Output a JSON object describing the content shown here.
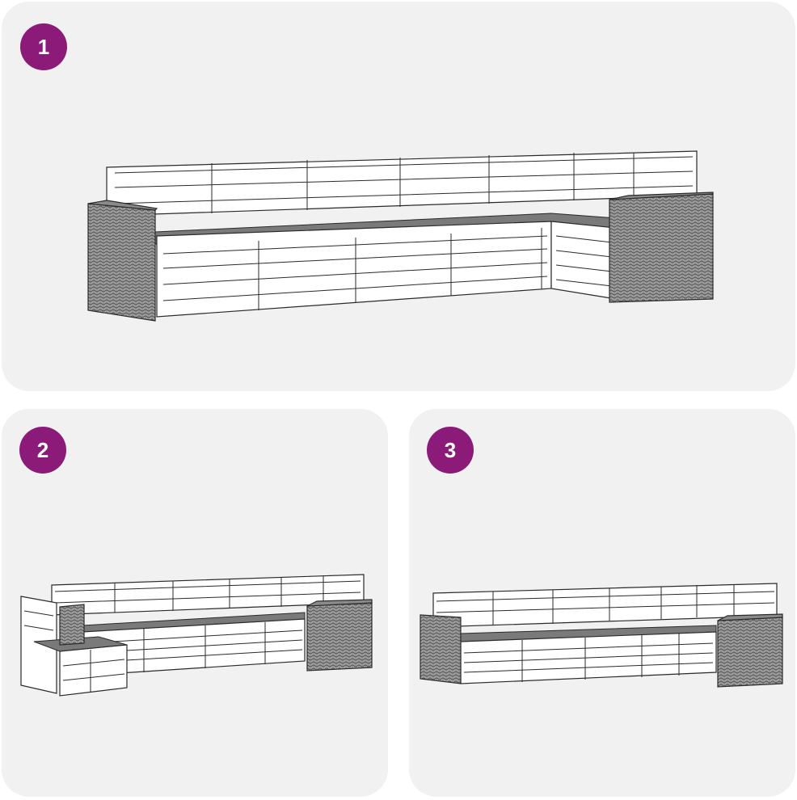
{
  "panels": [
    {
      "badge": "1",
      "view": "front-corner-right"
    },
    {
      "badge": "2",
      "view": "corner-with-single-chair"
    },
    {
      "badge": "3",
      "view": "front-corner-right-compact"
    }
  ],
  "colors": {
    "panel_bg": "#f1f1f1",
    "badge_bg": "#8c1a78",
    "badge_text": "#ffffff",
    "line": "#2a2a2a",
    "seat_fill": "#7a7a7a",
    "wicker_fill": "#9a9a9a"
  },
  "icons": [
    "wicker-side-table-icon",
    "pallet-sofa-module-icon",
    "backrest-icon"
  ]
}
